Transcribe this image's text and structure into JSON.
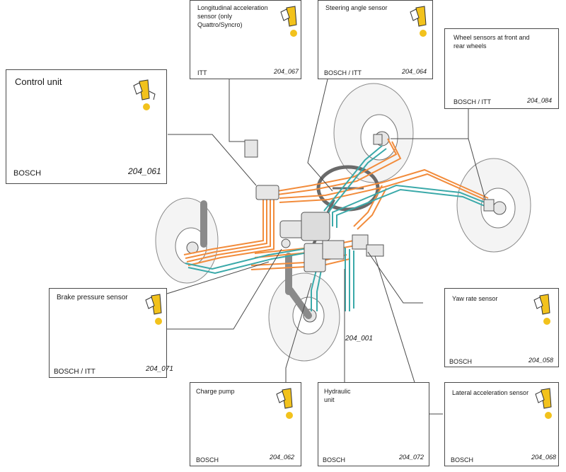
{
  "colors": {
    "orange": "#f28c3c",
    "teal": "#3aa9a9",
    "yellow": "#f2c21c",
    "line": "#5a5a5a"
  },
  "icons": {
    "warning": "caution-hand-icon"
  },
  "diagram": {
    "center_code": "204_001",
    "components": {
      "control_unit": {
        "title": "Control unit",
        "maker": "BOSCH",
        "code": "204_061"
      },
      "long_accel": {
        "title": "Longitudinal acceleration sensor (only Quattro/Syncro)",
        "maker": "ITT",
        "code": "204_067"
      },
      "steering": {
        "title": "Steering angle sensor",
        "maker": "BOSCH / ITT",
        "code": "204_064"
      },
      "wheel": {
        "title": "Wheel sensors at front and rear wheels",
        "maker": "BOSCH / ITT",
        "code": "204_084"
      },
      "brake_pressure": {
        "title": "Brake pressure sensor",
        "maker": "BOSCH / ITT",
        "code": "204_071"
      },
      "yaw": {
        "title": "Yaw rate sensor",
        "maker": "BOSCH",
        "code": "204_058"
      },
      "charge_pump": {
        "title": "Charge pump",
        "maker": "BOSCH",
        "code": "204_062"
      },
      "hydraulic": {
        "title": "Hydraulic unit",
        "maker": "BOSCH",
        "code": "204_072"
      },
      "lateral": {
        "title": "Lateral acceleration sensor",
        "maker": "BOSCH",
        "code": "204_068"
      }
    }
  }
}
